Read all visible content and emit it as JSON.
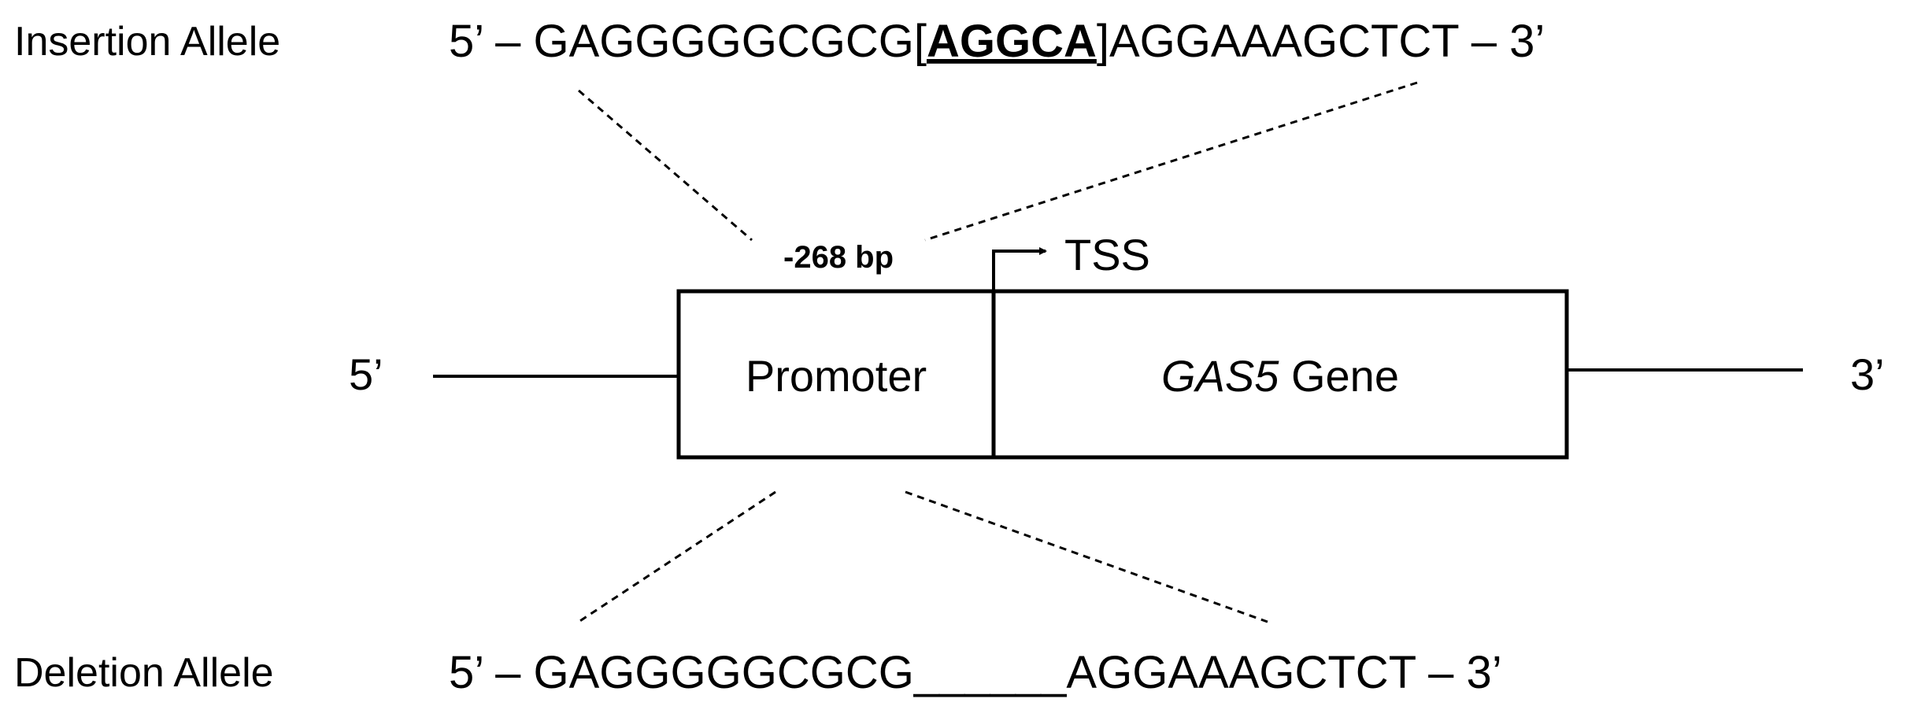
{
  "insertion": {
    "label": "Insertion Allele",
    "prefix": "5’ – GAGGGGGCGCG",
    "bracket_open": "[",
    "insert": "AGGCA",
    "bracket_close": "]",
    "suffix": "AGGAAAGCTCT – 3’"
  },
  "deletion": {
    "label": "Deletion Allele",
    "prefix": "5’ – GAGGGGGCGCG",
    "gap": "______",
    "suffix": "AGGAAAGCTCT – 3’"
  },
  "gene": {
    "five_prime": "5’",
    "three_prime": "3’",
    "promoter": "Promoter",
    "gene_name": "GAS5",
    "gene_word": " Gene",
    "position": "-268 bp",
    "tss": "TSS"
  }
}
